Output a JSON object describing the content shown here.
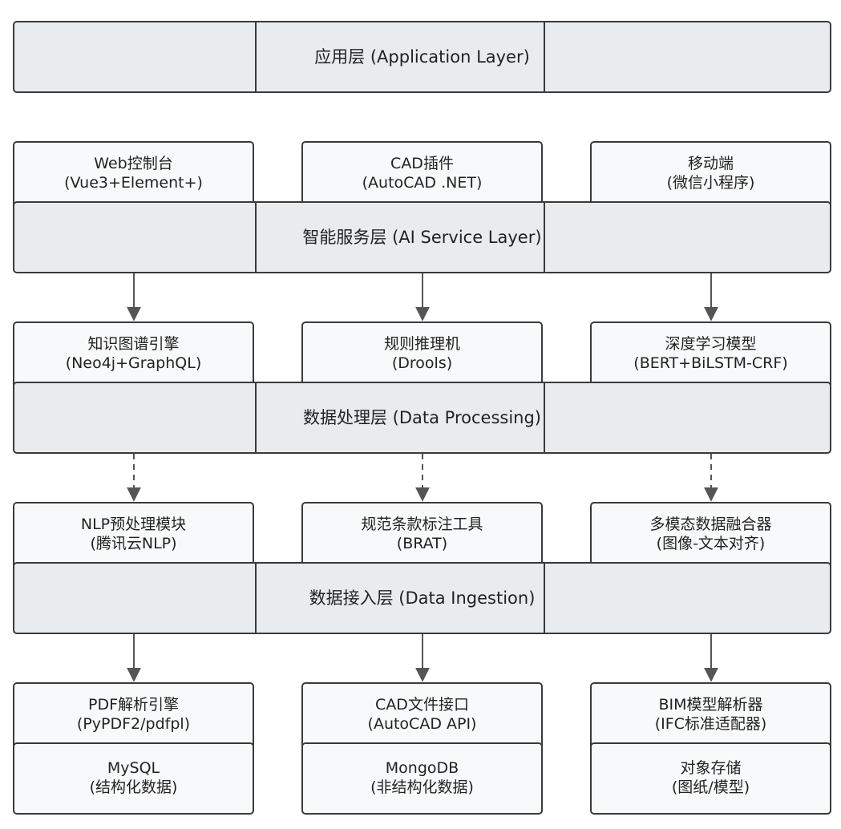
{
  "layers": {
    "application": "应用层 (Application Layer)",
    "ai_service": "智能服务层 (AI Service Layer)",
    "data_processing": "数据处理层 (Data Processing)",
    "data_ingestion": "数据接入层 (Data Ingestion)"
  },
  "application_components": [
    {
      "name": "Web控制台",
      "detail": "(Vue3+Element+)"
    },
    {
      "name": "CAD插件",
      "detail": "(AutoCAD .NET)"
    },
    {
      "name": "移动端",
      "detail": "(微信小程序)"
    }
  ],
  "ai_components": [
    {
      "name": "知识图谱引擎",
      "detail": "(Neo4j+GraphQL)"
    },
    {
      "name": "规则推理机",
      "detail": "(Drools)"
    },
    {
      "name": "深度学习模型",
      "detail": "(BERT+BiLSTM-CRF)"
    }
  ],
  "processing_components": [
    {
      "name": "NLP预处理模块",
      "detail": "(腾讯云NLP)"
    },
    {
      "name": "规范条款标注工具",
      "detail": "(BRAT)"
    },
    {
      "name": "多模态数据融合器",
      "detail": "(图像-文本对齐)"
    }
  ],
  "ingestion_components": [
    {
      "name": "PDF解析引擎",
      "detail": "(PyPDF2/pdfpl)"
    },
    {
      "name": "CAD文件接口",
      "detail": "(AutoCAD API)"
    },
    {
      "name": "BIM模型解析器",
      "detail": "(IFC标准适配器)"
    }
  ],
  "storage": [
    {
      "name": "MySQL",
      "detail": "(结构化数据)"
    },
    {
      "name": "MongoDB",
      "detail": "(非结构化数据)"
    },
    {
      "name": "对象存储",
      "detail": "(图纸/模型)"
    }
  ],
  "colors": {
    "layer_fill": "#e9ecef",
    "box_fill": "#f8f9fa",
    "stroke": "#3a3a3a",
    "arrow": "#555555"
  }
}
